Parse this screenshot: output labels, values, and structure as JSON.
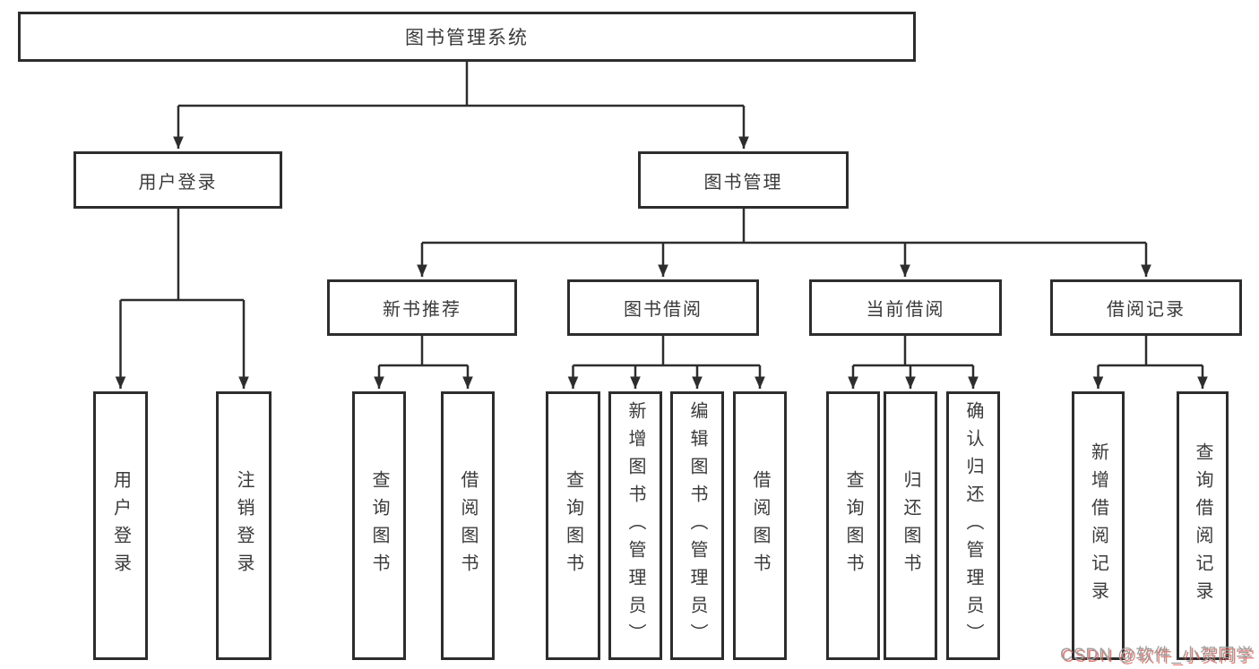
{
  "diagram": {
    "watermark": "CSDN @软件_小贺同学",
    "colors": {
      "line": "#2d2d2d",
      "box_border": "#2d2d2d",
      "box_fill": "#ffffff",
      "text": "#3a3a3a",
      "background": "#ffffff",
      "watermark_gray": "#9f9f9f",
      "watermark_red_shadow": "#d5544a"
    },
    "tree": {
      "label": "图书管理系统",
      "children": [
        {
          "label": "用户登录",
          "children": [
            {
              "label": "用户登录"
            },
            {
              "label": "注销登录"
            }
          ]
        },
        {
          "label": "图书管理",
          "children": [
            {
              "label": "新书推荐",
              "children": [
                {
                  "label": "查询图书"
                },
                {
                  "label": "借阅图书"
                }
              ]
            },
            {
              "label": "图书借阅",
              "children": [
                {
                  "label": "查询图书"
                },
                {
                  "label": "新增图书（管理员）"
                },
                {
                  "label": "编辑图书（管理员）"
                },
                {
                  "label": "借阅图书"
                }
              ]
            },
            {
              "label": "当前借阅",
              "children": [
                {
                  "label": "查询图书"
                },
                {
                  "label": "归还图书"
                },
                {
                  "label": "确认归还（管理员）"
                }
              ]
            },
            {
              "label": "借阅记录",
              "children": [
                {
                  "label": "新增借阅记录"
                },
                {
                  "label": "查询借阅记录"
                }
              ]
            }
          ]
        }
      ]
    }
  }
}
